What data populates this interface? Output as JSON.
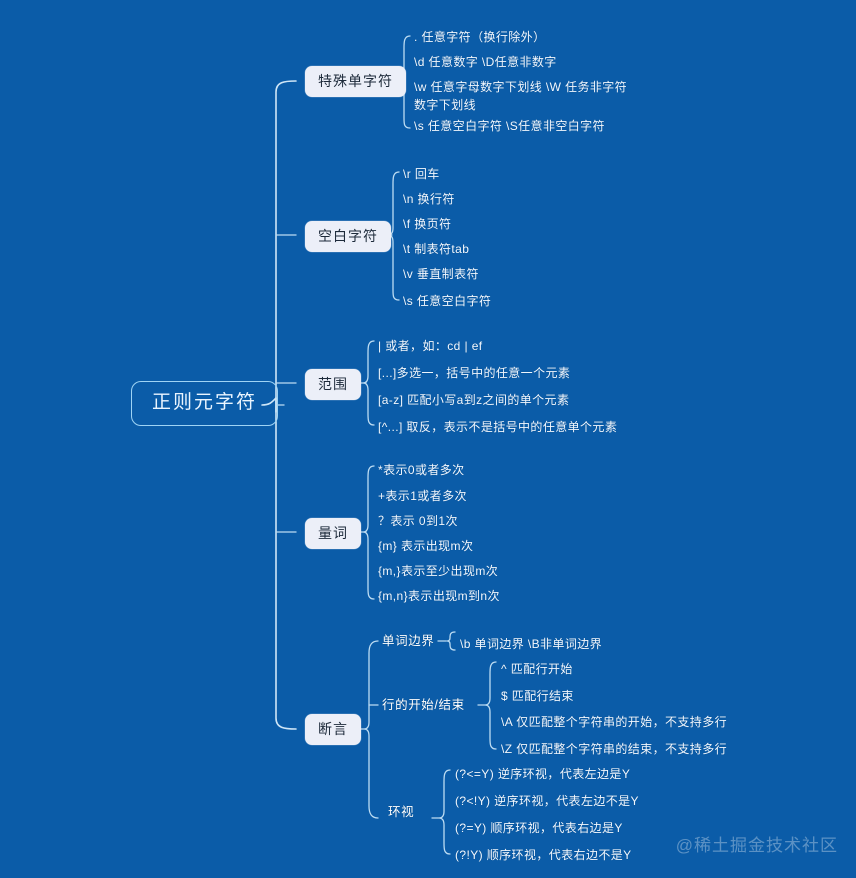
{
  "root": {
    "label": "正则元字符"
  },
  "watermark": "@稀土掘金技术社区",
  "branches": [
    {
      "label": "特殊单字符",
      "leaves": [
        ". 任意字符（换行除外）",
        "\\d 任意数字   \\D任意非数字",
        "\\w 任意字母数字下划线    \\W 任务非字符数字下划线",
        "\\s 任意空白字符 \\S任意非空白字符"
      ]
    },
    {
      "label": "空白字符",
      "leaves": [
        "\\r 回车",
        "\\n 换行符",
        "\\f 换页符",
        "\\t 制表符tab",
        "\\v 垂直制表符",
        "\\s 任意空白字符"
      ]
    },
    {
      "label": "范围",
      "leaves": [
        "| 或者，如：cd | ef",
        "[...]多选一，括号中的任意一个元素",
        "[a-z] 匹配小写a到z之间的单个元素",
        "[^...] 取反，表示不是括号中的任意单个元素"
      ]
    },
    {
      "label": "量词",
      "leaves": [
        "*表示0或者多次",
        "+表示1或者多次",
        "？表示 0到1次",
        "{m} 表示出现m次",
        "{m,}表示至少出现m次",
        "{m,n}表示出现m到n次"
      ]
    },
    {
      "label": "断言",
      "subs": [
        {
          "label": "单词边界",
          "leaves": [
            "\\b 单词边界  \\B非单词边界"
          ]
        },
        {
          "label": "行的开始/结束",
          "leaves": [
            "^ 匹配行开始",
            "$ 匹配行结束",
            "\\A 仅匹配整个字符串的开始，不支持多行",
            "\\Z 仅匹配整个字符串的结束，不支持多行"
          ]
        },
        {
          "label": "环视",
          "leaves": [
            "(?<=Y)  逆序环视，代表左边是Y",
            "(?<!Y)  逆序环视，代表左边不是Y",
            "(?=Y)  顺序环视，代表右边是Y",
            "(?!Y)  顺序环视，代表右边不是Y"
          ]
        }
      ]
    }
  ]
}
